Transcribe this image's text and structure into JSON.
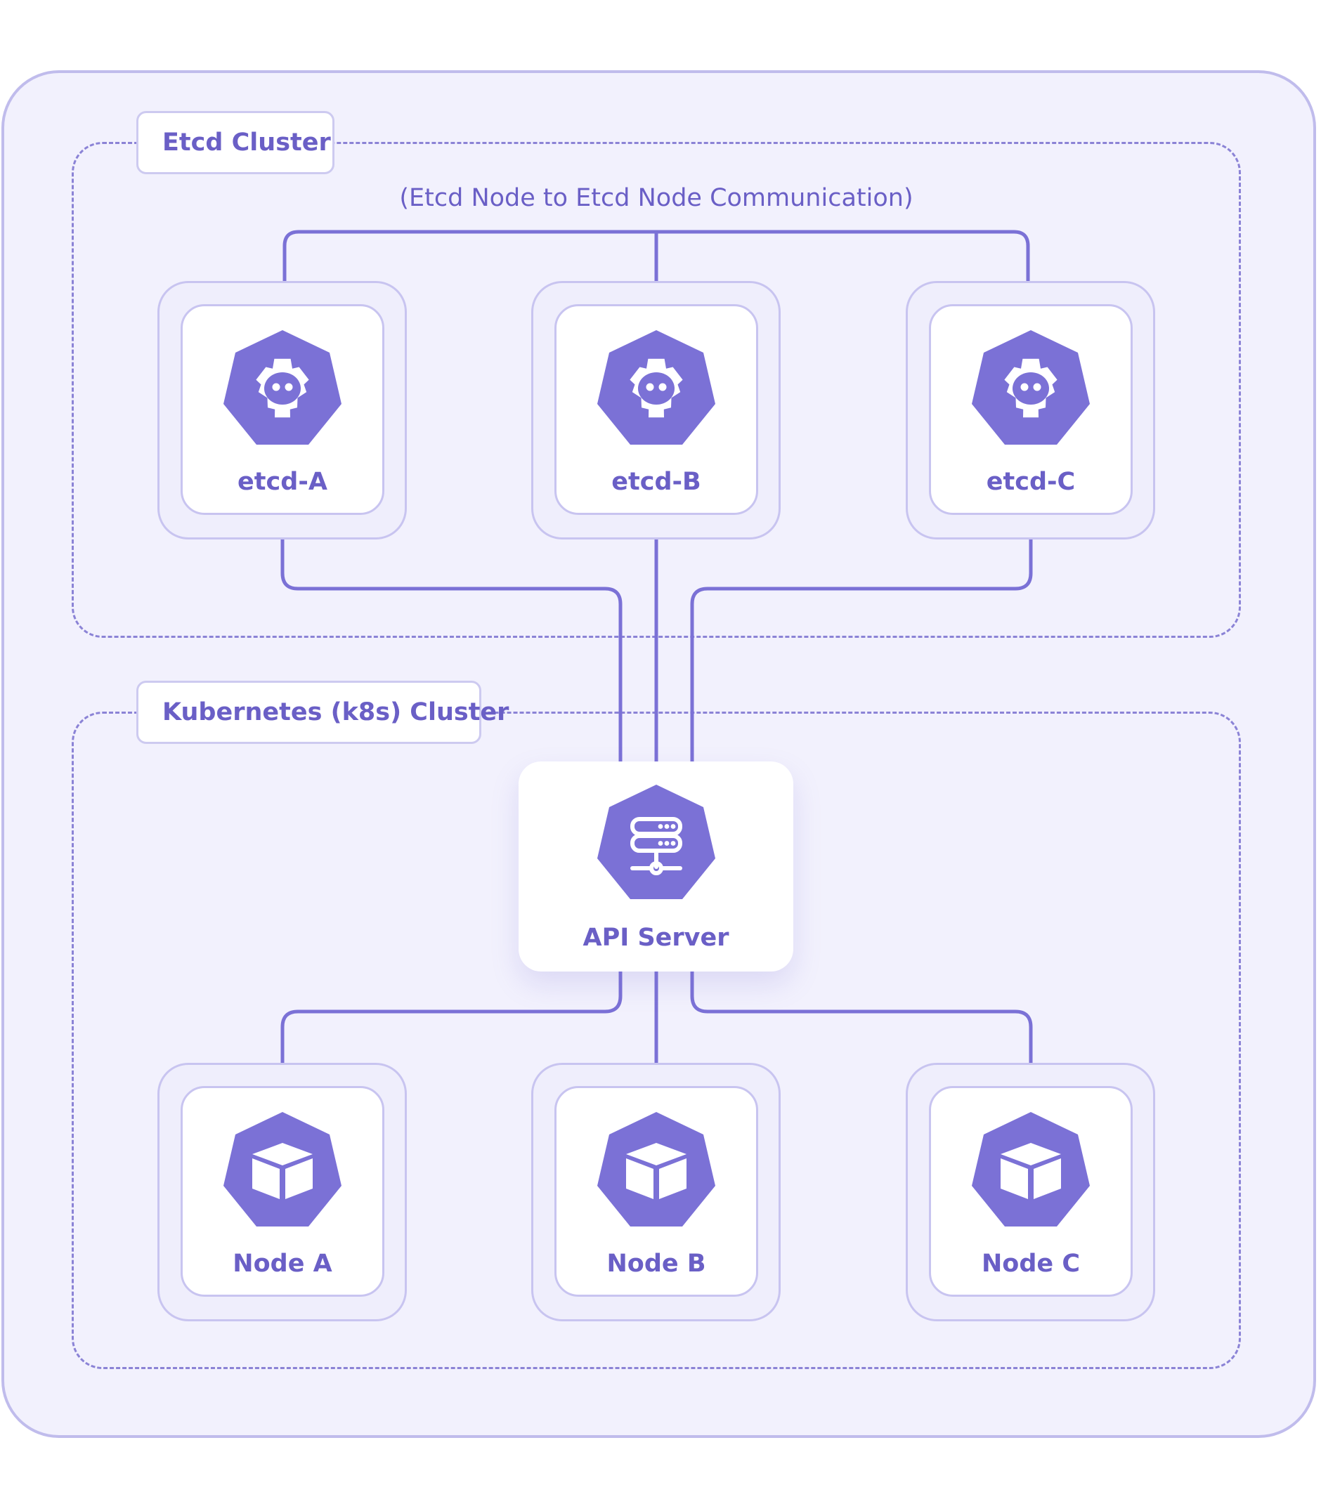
{
  "colors": {
    "accent": "#7b71d6",
    "label": "#6a5fc6",
    "panel": "#f2f1fd",
    "border": "#c8c4f0"
  },
  "etcd_cluster": {
    "title": "Etcd Cluster",
    "peer_caption": "(Etcd Node to Etcd Node Communication)",
    "nodes": [
      {
        "name": "etcd-A",
        "icon": "etcd-icon"
      },
      {
        "name": "etcd-B",
        "icon": "etcd-icon"
      },
      {
        "name": "etcd-C",
        "icon": "etcd-icon"
      }
    ]
  },
  "k8s_cluster": {
    "title": "Kubernetes (k8s) Cluster",
    "api_server": {
      "name": "API Server",
      "icon": "server-icon"
    },
    "nodes": [
      {
        "name": "Node A",
        "icon": "cube-icon"
      },
      {
        "name": "Node B",
        "icon": "cube-icon"
      },
      {
        "name": "Node C",
        "icon": "cube-icon"
      }
    ]
  }
}
